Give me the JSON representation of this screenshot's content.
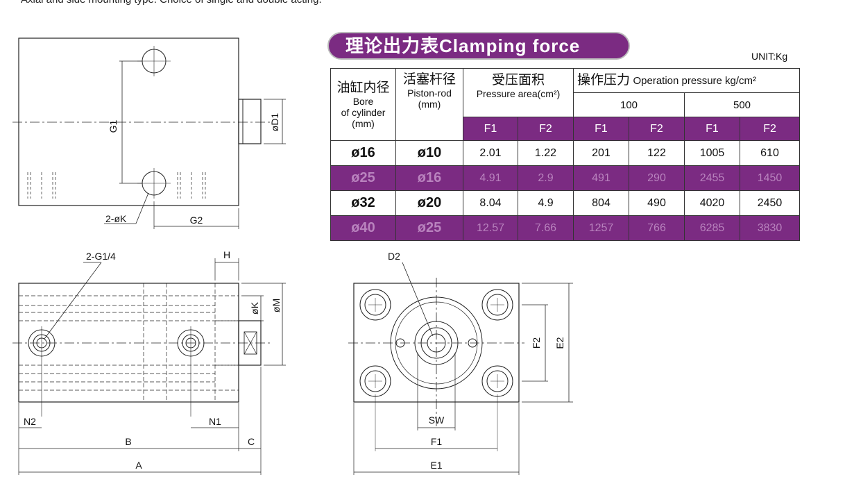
{
  "top_text": "Axial and side mounting type. Choice of single and double acting.",
  "title": "理论出力表Clamping force",
  "unit": "UNIT:Kg",
  "table": {
    "bore_cn": "油缸内径",
    "bore_en1": "Bore",
    "bore_en2": "of cylinder",
    "bore_en3": "(mm)",
    "rod_cn": "活塞杆径",
    "rod_en1": "Piston-rod",
    "rod_en2": "(mm)",
    "area_cn": "受压面积",
    "area_en": "Pressure area(cm²)",
    "op_cn": "操作压力",
    "op_en": "Operation pressure kg/cm²",
    "p100": "100",
    "p500": "500",
    "f1": "F1",
    "f2": "F2",
    "rows": [
      [
        "ø16",
        "ø10",
        "2.01",
        "1.22",
        "201",
        "122",
        "1005",
        "610"
      ],
      [
        "ø25",
        "ø16",
        "4.91",
        "2.9",
        "491",
        "290",
        "2455",
        "1450"
      ],
      [
        "ø32",
        "ø20",
        "8.04",
        "4.9",
        "804",
        "490",
        "4020",
        "2450"
      ],
      [
        "ø40",
        "ø25",
        "12.57",
        "7.66",
        "1257",
        "766",
        "6285",
        "3830"
      ]
    ]
  },
  "drawing_labels": {
    "G1": "G1",
    "D1": "øD1",
    "K2": "2-øK",
    "G2": "G2",
    "G14": "2-G1/4",
    "H": "H",
    "K": "øK",
    "M": "øM",
    "N2": "N2",
    "N1": "N1",
    "B": "B",
    "C": "C",
    "A": "A",
    "D2": "D2",
    "F2": "F2",
    "E2": "E2",
    "SW": "SW",
    "F1": "F1",
    "E1": "E1"
  },
  "colors": {
    "accent": "#7b2b82"
  }
}
